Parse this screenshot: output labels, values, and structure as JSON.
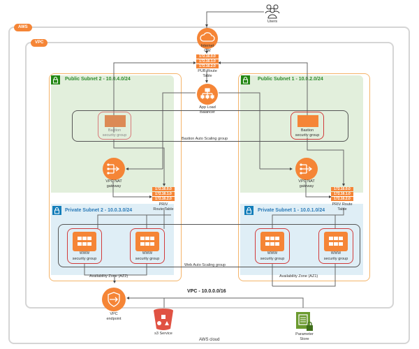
{
  "users": {
    "label": "Users"
  },
  "aws": {
    "badge": "AWS",
    "cloud_label": "AWS cloud"
  },
  "vpc": {
    "badge": "VPC",
    "cidr_label": "VPC - 10.0.0.0/16"
  },
  "internet_gateway": {
    "label_line1": "Internet",
    "label_line2": "GW"
  },
  "public_route_table": {
    "rows": [
      "172.16.0.0",
      "172.16.1.0",
      "172.16.2.0"
    ],
    "label_line1": "PUB Route",
    "label_line2": "Table"
  },
  "load_balancer": {
    "label_line1": "App Load",
    "label_line2": "Balancer"
  },
  "bastion_asg": {
    "label": "Bastion Auto Scaling group"
  },
  "web_asg": {
    "label": "Web Auto Scaling group"
  },
  "availability_zones": [
    {
      "label": "Availability Zone (AZ2)",
      "public_subnet": {
        "title": "Public Subnet 2 - 10.0.4.0/24"
      },
      "bastion": {
        "label_line1": "Bastion",
        "label_line2": "security group"
      },
      "nat_gateway": {
        "label_line1": "VPC NAT",
        "label_line2": "gateway"
      },
      "private_route_table": {
        "rows": [
          "172.16.0.0",
          "172.16.1.0",
          "172.16.2.0"
        ],
        "label_line1": "PRIV",
        "label_line2": "Route Table"
      },
      "private_subnet": {
        "title": "Private Subnet 2 - 10.0.3.0/24"
      },
      "web_servers": [
        {
          "name": "WWW",
          "sg_label": "security group"
        },
        {
          "name": "WWW",
          "sg_label": "security group"
        }
      ]
    },
    {
      "label": "Availability Zone (AZ1)",
      "public_subnet": {
        "title": "Public Subnet 1 - 10.0.2.0/24"
      },
      "bastion": {
        "label_line1": "Bastion",
        "label_line2": "security group"
      },
      "nat_gateway": {
        "label_line1": "VPC NAT",
        "label_line2": "gateway"
      },
      "private_route_table": {
        "rows": [
          "172.16.0.0",
          "172.16.1.0",
          "172.16.2.0"
        ],
        "label_line1": "PRIV Route",
        "label_line2": "Table"
      },
      "private_subnet": {
        "title": "Private Subnet 1 - 10.0.1.0/24"
      },
      "web_servers": [
        {
          "name": "WWW",
          "sg_label": "security group"
        },
        {
          "name": "WWW",
          "sg_label": "security group"
        }
      ]
    }
  ],
  "vpc_endpoint": {
    "label_line1": "VPC",
    "label_line2": "endpoint"
  },
  "s3": {
    "label": "s3 Service"
  },
  "parameter_store": {
    "label_line1": "Parameter",
    "label_line2": "Store"
  },
  "colors": {
    "aws_orange": "#f58536",
    "public_subnet_bg": "#e2efdc",
    "private_subnet_bg": "#dfeef6",
    "az_border": "#f4b46a",
    "security_group_border": "#d13b3b",
    "s3_red": "#e05243",
    "parameter_store_green": "#6b9a2f"
  }
}
